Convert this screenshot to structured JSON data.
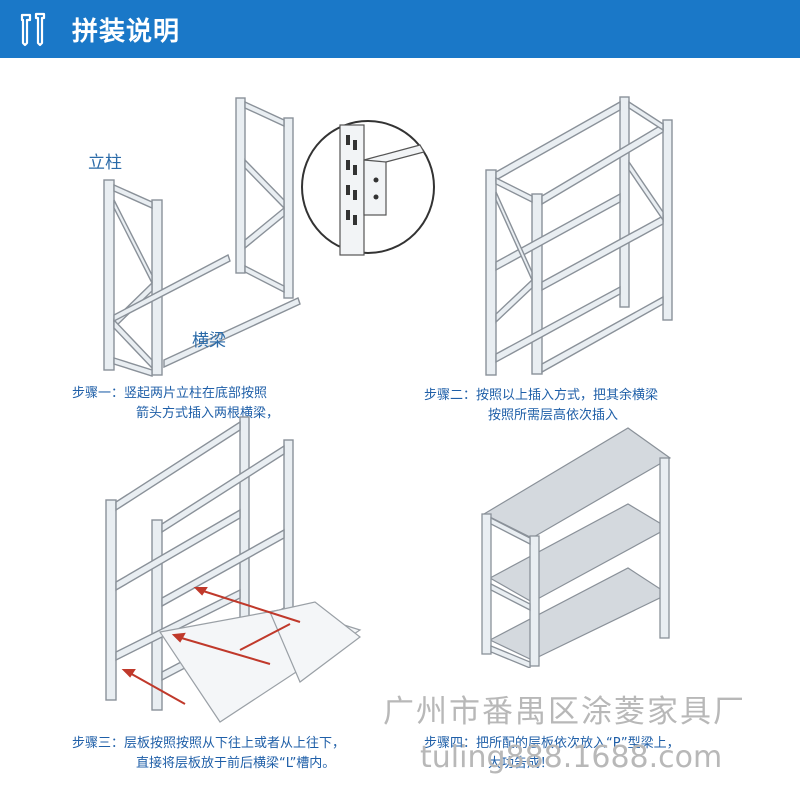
{
  "header": {
    "title": "拼装说明",
    "icon": "wrench-hammer-icon",
    "bg_color": "#1a78c8"
  },
  "steps": [
    {
      "step": "步骤一：",
      "line1": "竖起两片立柱在底部按照",
      "line2": "箭头方式插入两根横梁，",
      "labels": {
        "column": "立柱",
        "beam": "横梁"
      }
    },
    {
      "step": "步骤二：",
      "line1": "按照以上插入方式，把其余横梁",
      "line2": "按照所需层高依次插入"
    },
    {
      "step": "步骤三：",
      "line1": "层板按照按照从下往上或者从上往下，",
      "line2": "直接将层板放于前后横梁“L”槽内。"
    },
    {
      "step": "步骤四：",
      "line1": "把所配的层板依次放入“P”型梁上，",
      "line2": "大功告成！"
    }
  ],
  "watermark": {
    "company": "广州市番禺区涂菱家具厂",
    "site": "tuling888.1688.com"
  }
}
